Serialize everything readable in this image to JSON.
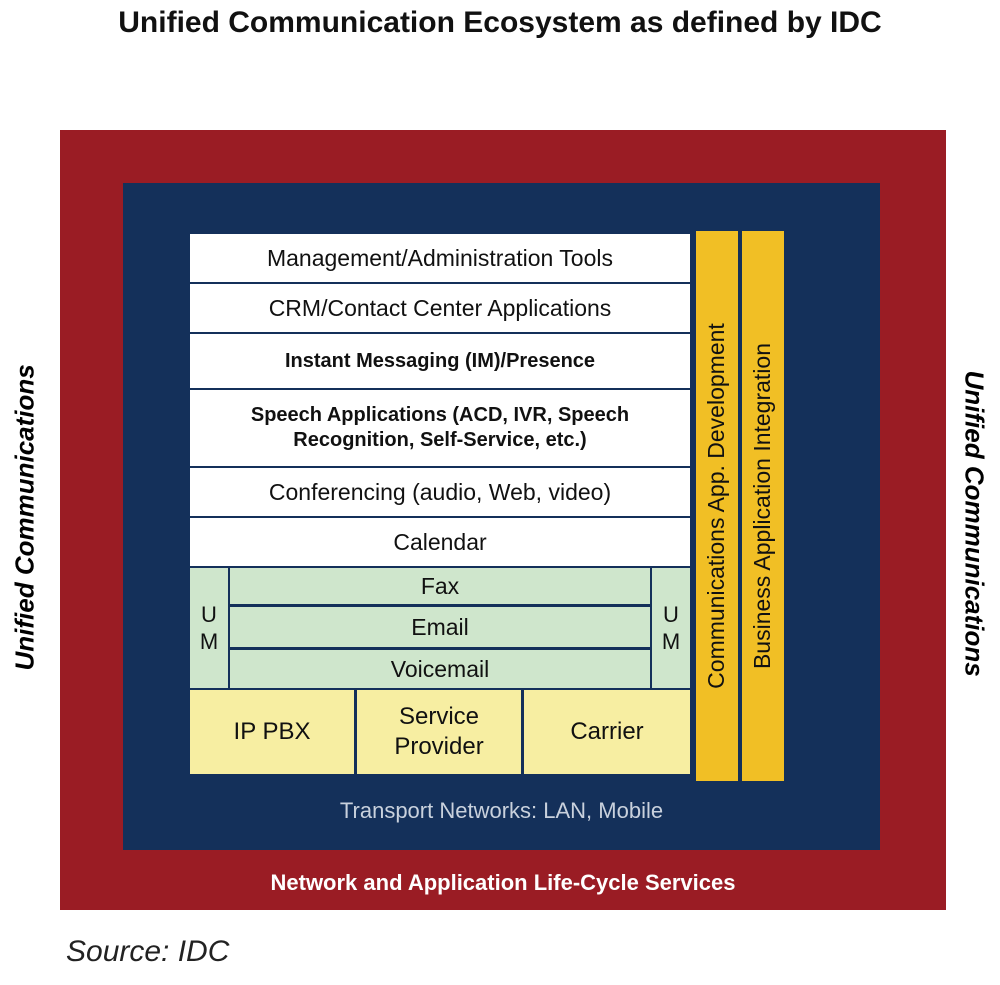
{
  "title": "Unified Communication Ecosystem as defined by IDC",
  "side_label_left": "Unified Communications",
  "side_label_right": "Unified Communications",
  "layers": {
    "management": "Management/Administration Tools",
    "crm": "CRM/Contact Center Applications",
    "im": "Instant Messaging (IM)/Presence",
    "speech_line1": "Speech Applications (ACD, IVR, Speech",
    "speech_line2": "Recognition, Self-Service, etc.)",
    "conferencing": "Conferencing (audio, Web, video)",
    "calendar": "Calendar"
  },
  "um": {
    "letter_u": "U",
    "letter_m": "M",
    "fax": "Fax",
    "email": "Email",
    "voicemail": "Voicemail"
  },
  "platforms": {
    "ip_pbx": "IP PBX",
    "service_line1": "Service",
    "service_line2": "Provider",
    "carrier": "Carrier"
  },
  "columns": {
    "comm_dev": "Communications App. Development",
    "biz_integration": "Business Application Integration"
  },
  "transport": "Transport Networks: LAN, Mobile",
  "lifecycle": "Network and Application Life-Cycle Services",
  "source": "Source: IDC",
  "colors": {
    "outer_red": "#9a1c24",
    "inner_navy": "#14305a",
    "um_green": "#cfe6cc",
    "platform_yellow": "#f7eea2",
    "column_gold": "#f1bf25"
  }
}
